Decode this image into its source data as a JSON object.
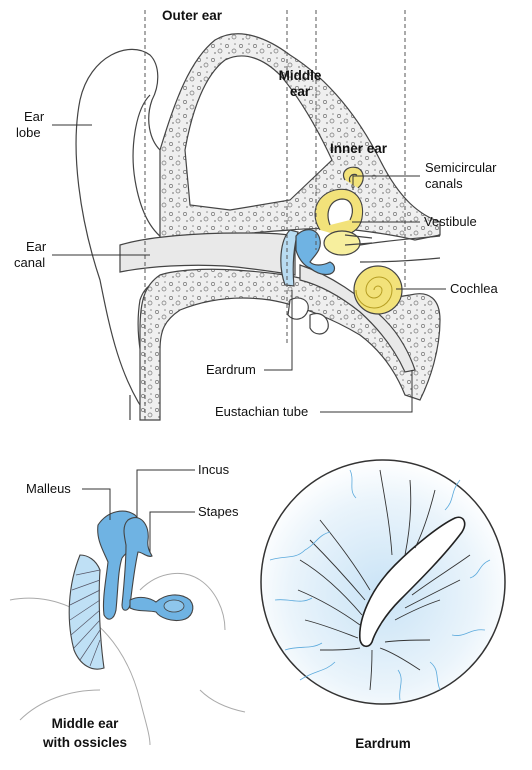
{
  "main_diagram": {
    "regions": {
      "outer_ear": "Outer ear",
      "middle_ear_line1": "Middle",
      "middle_ear_line2": "ear",
      "inner_ear": "Inner ear"
    },
    "labels": {
      "ear_lobe_line1": "Ear",
      "ear_lobe_line2": "lobe",
      "ear_canal_line1": "Ear",
      "ear_canal_line2": "canal",
      "eardrum": "Eardrum",
      "eustachian_tube": "Eustachian tube",
      "semicircular_line1": "Semicircular",
      "semicircular_line2": "canals",
      "vestibule": "Vestibule",
      "cochlea": "Cochlea"
    }
  },
  "ossicles_diagram": {
    "labels": {
      "incus": "Incus",
      "malleus": "Malleus",
      "stapes": "Stapes"
    },
    "caption_line1": "Middle ear",
    "caption_line2": "with ossicles"
  },
  "eardrum_diagram": {
    "caption": "Eardrum"
  },
  "colors": {
    "ossicle_blue": "#6fb3e3",
    "cochlea_yellow": "#f2e27a",
    "bone_fill": "#efefef",
    "canal_fill": "#e9e9e9",
    "membrane_blue": "#cfe6f7",
    "line": "#444444"
  }
}
